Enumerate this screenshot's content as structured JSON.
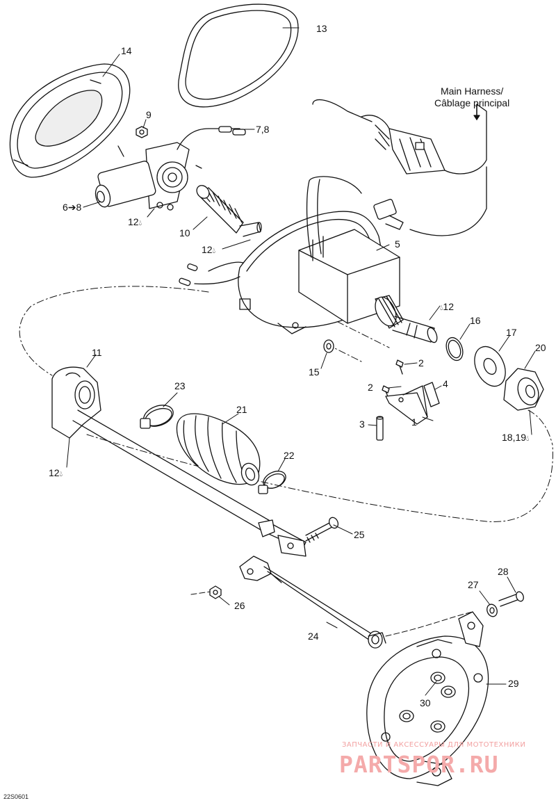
{
  "parts": [
    {
      "label": "1",
      "dot": false
    },
    {
      "label": "2",
      "dot": false
    },
    {
      "label": "2",
      "dot": false
    },
    {
      "label": "3",
      "dot": false
    },
    {
      "label": "4",
      "dot": false
    },
    {
      "label": "5",
      "dot": false
    },
    {
      "label": "6➔8",
      "dot": false
    },
    {
      "label": "7,8",
      "dot": false
    },
    {
      "label": "9",
      "dot": false
    },
    {
      "label": "10",
      "dot": false
    },
    {
      "label": "11",
      "dot": false
    },
    {
      "label": "12",
      "dot": true
    },
    {
      "label": "12",
      "dot": true
    },
    {
      "label": "12",
      "dot": true
    },
    {
      "label": "12",
      "dot": true
    },
    {
      "label": "13",
      "dot": false
    },
    {
      "label": "14",
      "dot": false
    },
    {
      "label": "15",
      "dot": false
    },
    {
      "label": "16",
      "dot": false
    },
    {
      "label": "17",
      "dot": false
    },
    {
      "label": "18,19",
      "dot": true
    },
    {
      "label": "20",
      "dot": false
    },
    {
      "label": "21",
      "dot": false
    },
    {
      "label": "22",
      "dot": false
    },
    {
      "label": "23",
      "dot": false
    },
    {
      "label": "24",
      "dot": false
    },
    {
      "label": "25",
      "dot": false
    },
    {
      "label": "26",
      "dot": false
    },
    {
      "label": "27",
      "dot": false
    },
    {
      "label": "28",
      "dot": false
    },
    {
      "label": "29",
      "dot": false
    },
    {
      "label": "30",
      "dot": false
    }
  ],
  "callout": {
    "line1": "Main Harness/",
    "line2": "Câblage principal"
  },
  "watermark": {
    "line1": "ЗАПЧАСТИ И АКСЕССУАРЫ ДЛЯ МОТОТЕХНИКИ",
    "line2": "PARTSPOR.RU"
  },
  "diagram_code": "22S0601",
  "colors": {
    "line": "#111111",
    "watermark": "#f2a0a0"
  }
}
